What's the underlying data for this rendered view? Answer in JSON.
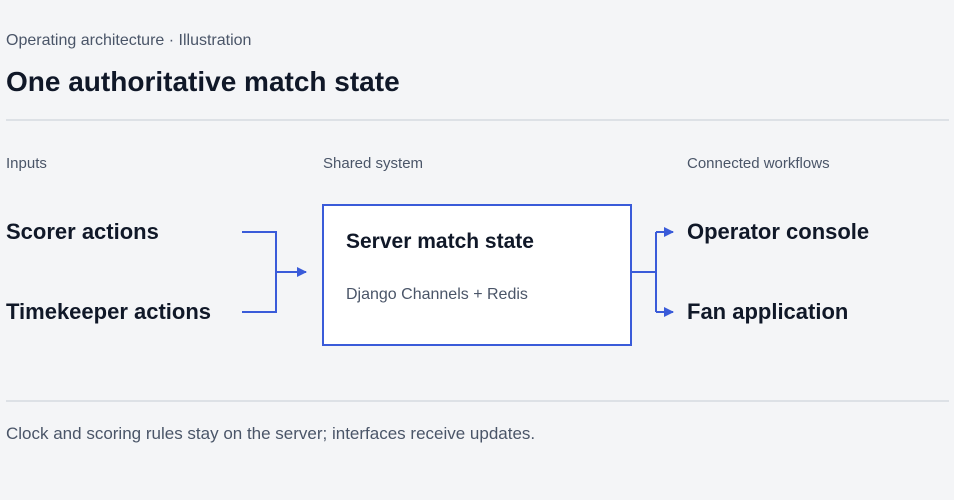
{
  "header": {
    "eyebrow": "Operating architecture · Illustration",
    "title": "One authoritative match state"
  },
  "columns": {
    "inputs": "Inputs",
    "system": "Shared system",
    "outputs": "Connected workflows"
  },
  "inputs": [
    "Scorer actions",
    "Timekeeper actions"
  ],
  "system": {
    "title": "Server match state",
    "subtitle": "Django Channels + Redis"
  },
  "outputs": [
    "Operator console",
    "Fan application"
  ],
  "footnote": "Clock and scoring rules stay on the server; interfaces receive updates.",
  "colors": {
    "accent": "#3a5bd9",
    "text": "#101828",
    "muted": "#4a5568",
    "background": "#f4f5f7"
  }
}
